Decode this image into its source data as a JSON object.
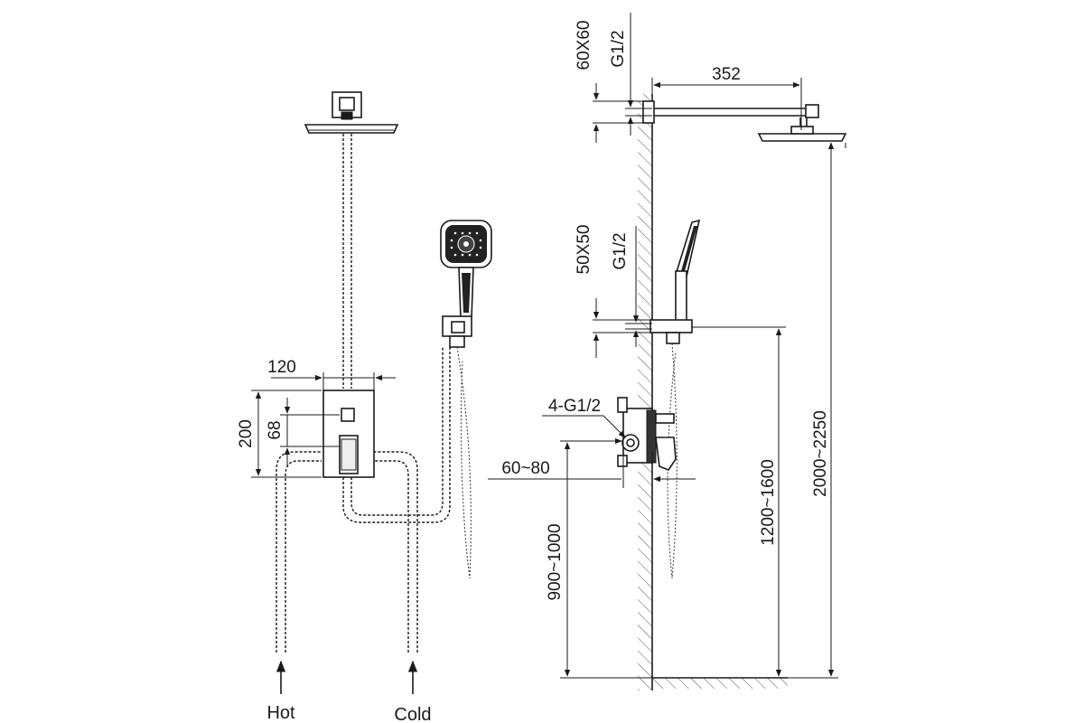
{
  "labels": {
    "front_width": "120",
    "front_height": "200",
    "front_outlet": "68",
    "hot": "Hot",
    "cold": "Cold",
    "top_bracket": "60X60",
    "top_thread": "G1/2",
    "arm_length": "352",
    "mid_bracket": "50X50",
    "mid_thread": "G1/2",
    "valve_ports": "4-G1/2",
    "valve_depth": "60~80",
    "valve_height": "900~1000",
    "holder_height": "1200~1600",
    "head_height": "2000~2250"
  }
}
